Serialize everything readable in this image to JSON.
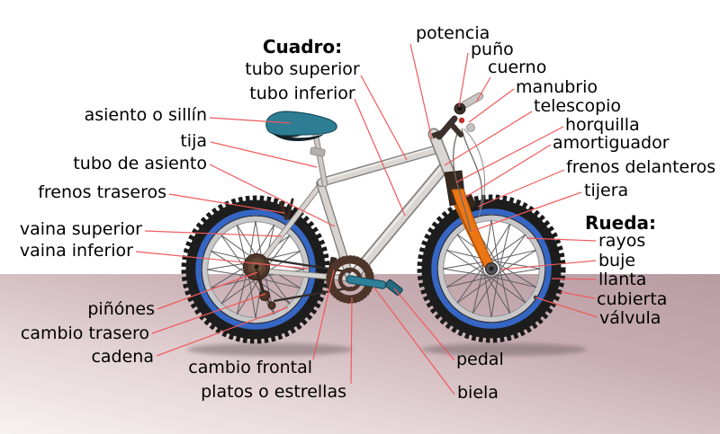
{
  "diagram": {
    "kind": "labeled-parts-diagram",
    "language": "es"
  },
  "colors": {
    "leader_line": "#f0595b",
    "text": "#000000",
    "frame_silver": "#d6d3d0",
    "fork_orange": "#ec7614",
    "saddle_teal": "#2d7d95",
    "rim_blue": "#3566c4",
    "tire_black": "#1d1d1e",
    "ground_rose": "#bfa3a9"
  },
  "groups": {
    "cuadro_header": "Cuadro:",
    "rueda_header": "Rueda:"
  },
  "labels": {
    "tubo_superior": "tubo superior",
    "tubo_inferior": "tubo inferior",
    "asiento": "asiento o sillín",
    "tija": "tija",
    "tubo_de_asiento": "tubo de asiento",
    "frenos_traseros": "frenos traseros",
    "vaina_superior": "vaina superior",
    "vaina_inferior": "vaina inferior",
    "pinones": "piñónes",
    "cambio_trasero": "cambio trasero",
    "cadena": "cadena",
    "cambio_frontal": "cambio frontal",
    "platos": "platos o estrellas",
    "potencia": "potencia",
    "puno": "puño",
    "cuerno": "cuerno",
    "manubrio": "manubrio",
    "telescopio": "telescopio",
    "horquilla": "horquilla",
    "amortiguador": "amortiguador",
    "frenos_delanteros": "frenos delanteros",
    "tijera": "tijera",
    "rayos": "rayos",
    "buje": "buje",
    "llanta": "llanta",
    "cubierta": "cubierta",
    "valvula": "válvula",
    "pedal": "pedal",
    "biela": "biela"
  }
}
